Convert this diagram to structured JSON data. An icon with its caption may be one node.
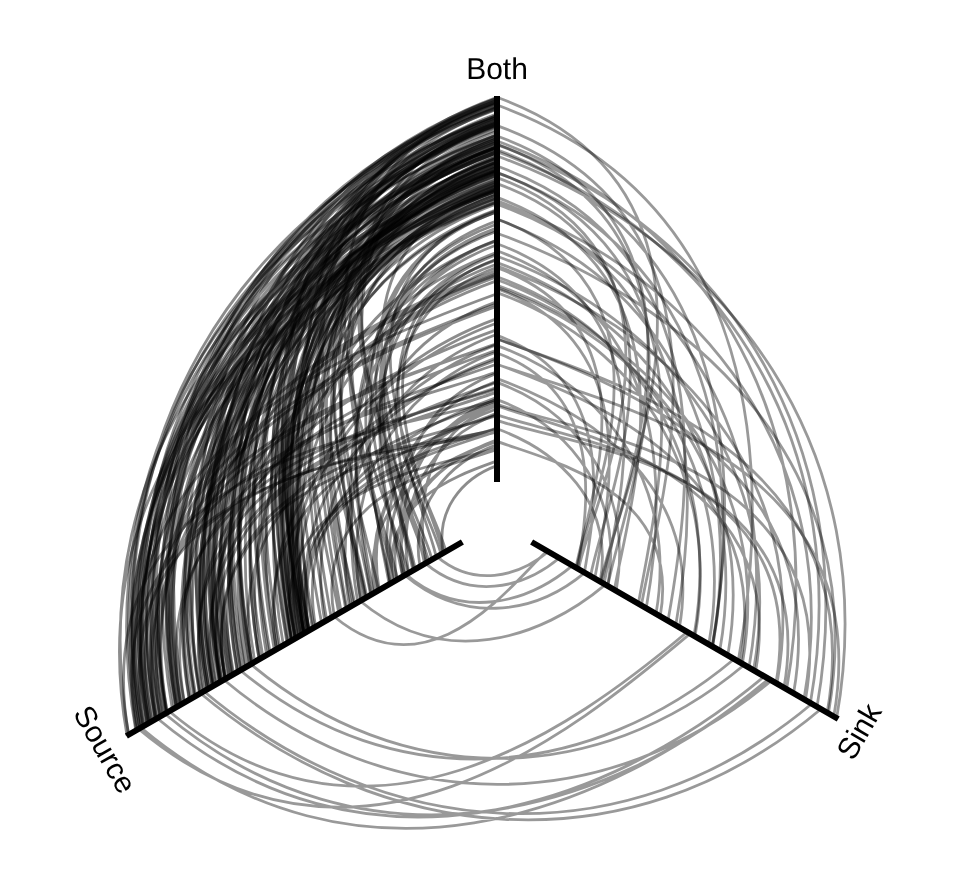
{
  "diagram": {
    "labels": [
      "Both",
      "Source",
      "Sink"
    ]
  }
}
